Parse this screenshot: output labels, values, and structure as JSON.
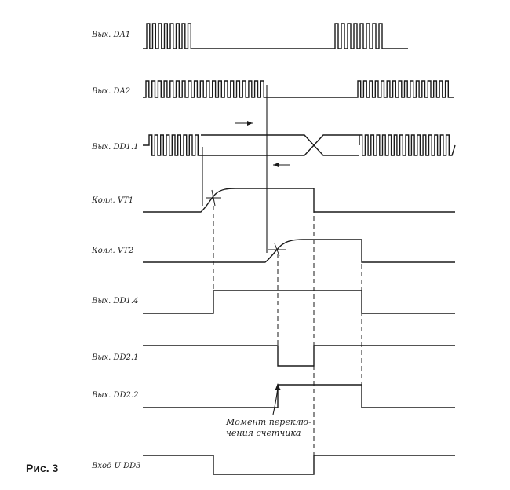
{
  "figure": {
    "caption": "Рис. 3"
  },
  "signals": [
    {
      "id": "da1",
      "label": "Вых. DA1"
    },
    {
      "id": "da2",
      "label": "Вых. DA2"
    },
    {
      "id": "dd11",
      "label": "Вых. DD1.1"
    },
    {
      "id": "vt1",
      "label": "Колл. VT1"
    },
    {
      "id": "vt2",
      "label": "Колл. VT2"
    },
    {
      "id": "dd14",
      "label": "Вых. DD1.4"
    },
    {
      "id": "dd21",
      "label": "Вых. DD2.1"
    },
    {
      "id": "dd22",
      "label": "Вых. DD2.2"
    },
    {
      "id": "dd3",
      "label": "Вход U DD3"
    }
  ],
  "annotation": {
    "line1": "Момент переклю-",
    "line2": "чения счетчика"
  }
}
